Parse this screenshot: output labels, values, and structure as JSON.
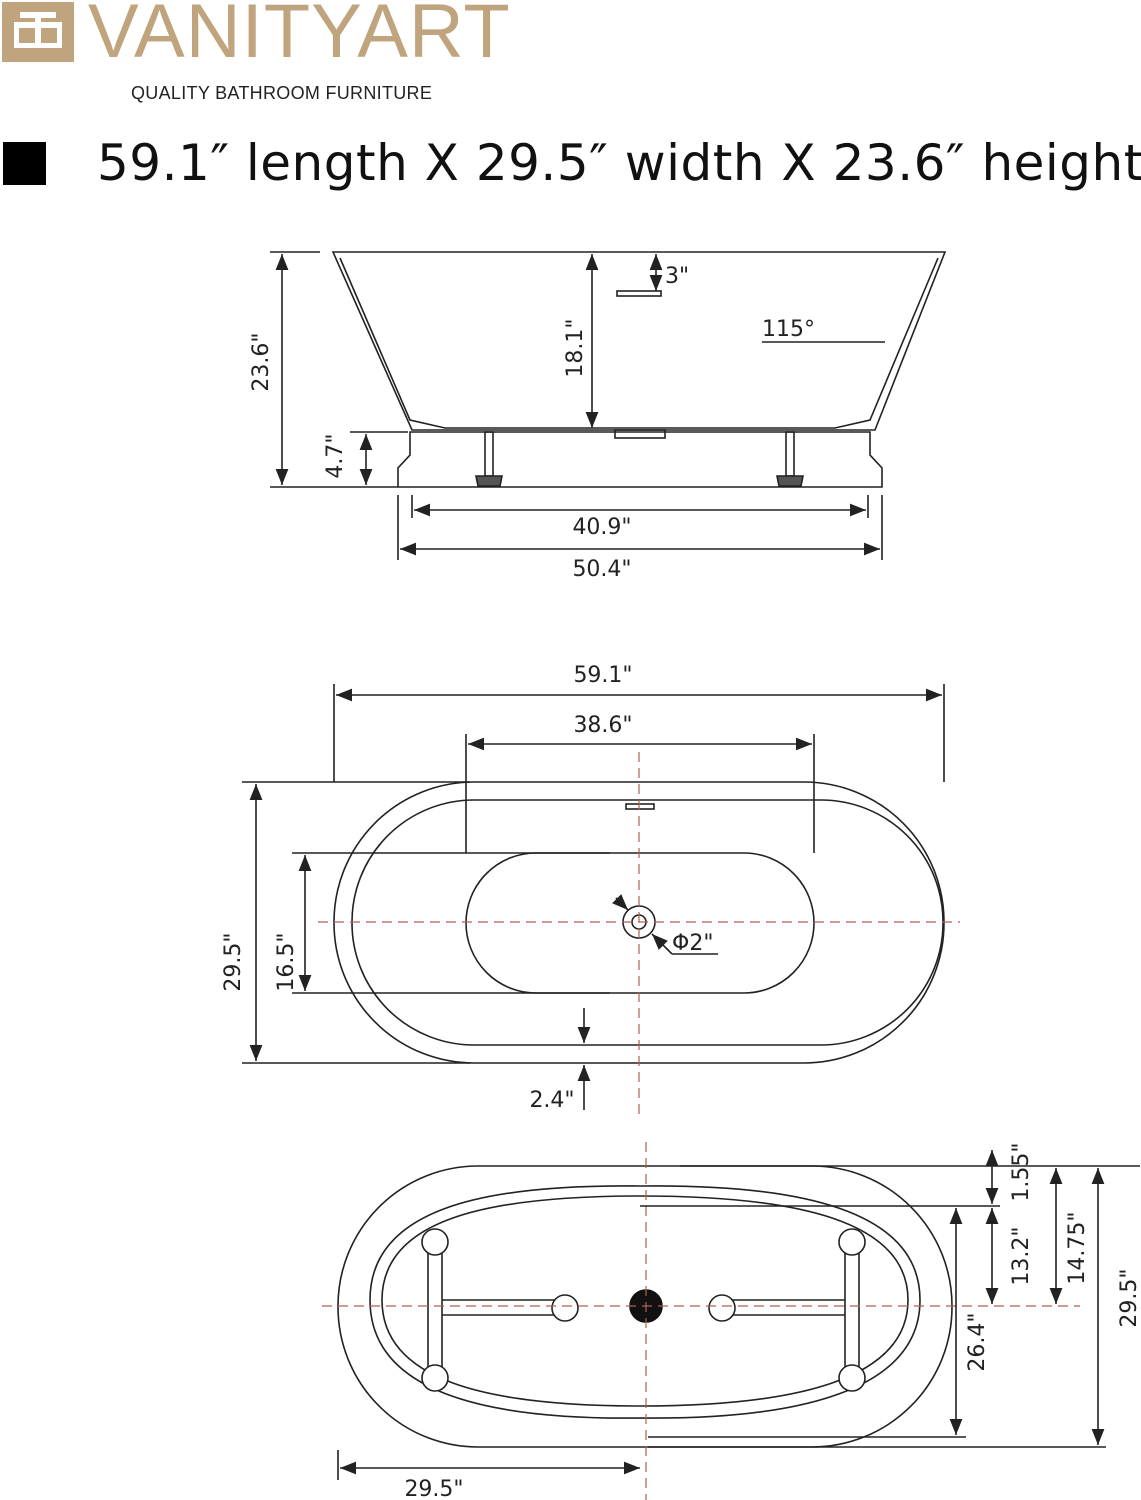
{
  "brand": {
    "name": "VANITYART",
    "tagline": "QUALITY BATHROOM FURNITURE",
    "accent_color": "#c0a47e",
    "logo_icon": "vanity-logo-icon"
  },
  "headline": {
    "dimensions": "59.1″ length X 29.5″ width X 23.6″ height"
  },
  "side_view": {
    "overall_height": "23.6\"",
    "inner_depth": "18.1\"",
    "overflow_offset": "3\"",
    "wall_angle": "115°",
    "base_height": "4.7\"",
    "leg_span": "40.9\"",
    "base_length": "50.4\""
  },
  "top_view": {
    "overall_length": "59.1\"",
    "basin_length": "38.6\"",
    "overall_width": "29.5\"",
    "basin_width": "16.5\"",
    "drain_diameter": "Φ2\"",
    "rim_thickness": "2.4\""
  },
  "bottom_view": {
    "edge_offset": "1.55\"",
    "inner_offset": "13.2\"",
    "center_offset": "14.75\"",
    "overall_width": "29.5\"",
    "inner_width": "26.4\"",
    "drain_offset": "29.5\""
  },
  "colors": {
    "line": "#222222",
    "centerline": "#b06050"
  }
}
